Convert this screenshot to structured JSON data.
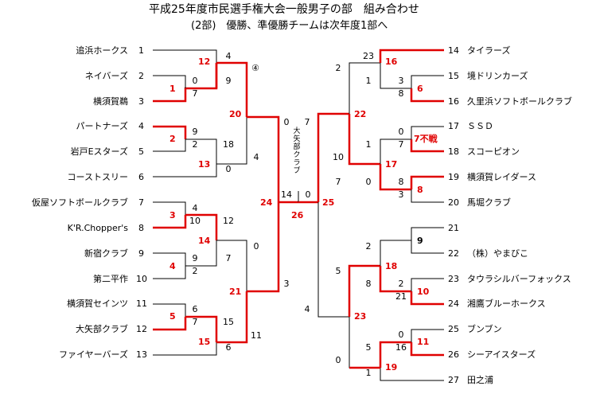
{
  "title": "平成25年度市民選手権大会一般男子の部　組み合わせ",
  "subtitle": "(2部)　優勝、準優勝チームは次年度1部へ",
  "teams": [
    {
      "no": "1",
      "name": "追浜ホークス"
    },
    {
      "no": "2",
      "name": "ネイバーズ"
    },
    {
      "no": "3",
      "name": "横須賀鵜"
    },
    {
      "no": "4",
      "name": "パートナーズ"
    },
    {
      "no": "5",
      "name": "岩戸Eスターズ"
    },
    {
      "no": "6",
      "name": "コーストスリー"
    },
    {
      "no": "7",
      "name": "仮屋ソフトボールクラブ"
    },
    {
      "no": "8",
      "name": "K'R.Chopper's"
    },
    {
      "no": "9",
      "name": "新宿クラブ"
    },
    {
      "no": "10",
      "name": "第二平作"
    },
    {
      "no": "11",
      "name": "横須賀セインツ"
    },
    {
      "no": "12",
      "name": "大矢部クラブ"
    },
    {
      "no": "13",
      "name": "ファイヤーバーズ"
    },
    {
      "no": "14",
      "name": "タイラーズ"
    },
    {
      "no": "15",
      "name": "境ドリンカーズ"
    },
    {
      "no": "16",
      "name": "久里浜ソフトボールクラブ"
    },
    {
      "no": "17",
      "name": "ＳＳＤ"
    },
    {
      "no": "18",
      "name": "スコーピオン"
    },
    {
      "no": "19",
      "name": "横須賀レイダース"
    },
    {
      "no": "20",
      "name": "馬堀クラブ"
    },
    {
      "no": "21",
      "name": ""
    },
    {
      "no": "22",
      "name": "（株）やまびこ"
    },
    {
      "no": "23",
      "name": "タウラシルバーフォックス"
    },
    {
      "no": "24",
      "name": "湘鷹ブルーホークス"
    },
    {
      "no": "25",
      "name": "ブンブン"
    },
    {
      "no": "26",
      "name": "シーアイスターズ"
    },
    {
      "no": "27",
      "name": "田之浦"
    }
  ],
  "games": [
    {
      "no": "1",
      "color": "red"
    },
    {
      "no": "2",
      "color": "red"
    },
    {
      "no": "3",
      "color": "red"
    },
    {
      "no": "4",
      "color": "red"
    },
    {
      "no": "5",
      "color": "red"
    },
    {
      "no": "6",
      "color": "red"
    },
    {
      "no": "7不戦",
      "color": "red"
    },
    {
      "no": "8",
      "color": "red"
    },
    {
      "no": "9",
      "color": "black"
    },
    {
      "no": "10",
      "color": "red"
    },
    {
      "no": "11",
      "color": "red"
    },
    {
      "no": "12",
      "color": "red"
    },
    {
      "no": "13",
      "color": "red"
    },
    {
      "no": "14",
      "color": "red"
    },
    {
      "no": "15",
      "color": "red"
    },
    {
      "no": "16",
      "color": "red"
    },
    {
      "no": "17",
      "color": "red"
    },
    {
      "no": "18",
      "color": "red"
    },
    {
      "no": "19",
      "color": "red"
    },
    {
      "no": "20",
      "color": "red"
    },
    {
      "no": "21",
      "color": "red"
    },
    {
      "no": "22",
      "color": "red"
    },
    {
      "no": "23",
      "color": "red"
    },
    {
      "no": "24",
      "color": "red"
    },
    {
      "no": "25",
      "color": "red"
    },
    {
      "no": "26",
      "color": "red"
    },
    {
      "no": "④",
      "color": "black"
    }
  ],
  "scores": [
    "4",
    "9",
    "0",
    "7",
    "9",
    "2",
    "18",
    "0",
    "4",
    "0",
    "4",
    "10",
    "12",
    "9",
    "2",
    "7",
    "0",
    "6",
    "7",
    "15",
    "6",
    "11",
    "3",
    "14",
    "0",
    "23",
    "1",
    "3",
    "8",
    "2",
    "0",
    "7",
    "1",
    "8",
    "3",
    "7",
    "10",
    "2",
    "8",
    "21",
    "2",
    "0",
    "16",
    "5",
    "1",
    "0",
    "4",
    "5",
    "7",
    "0"
  ],
  "venue_label": "大矢部クラブ"
}
